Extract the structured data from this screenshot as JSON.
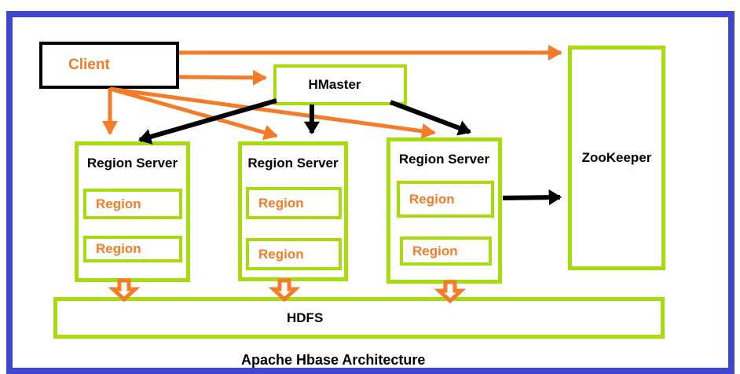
{
  "diagram": {
    "caption": "Apache Hbase Architecture",
    "nodes": {
      "client": {
        "label": "Client"
      },
      "hmaster": {
        "label": "HMaster"
      },
      "zookeeper": {
        "label": "ZooKeeper"
      },
      "hdfs": {
        "label": "HDFS"
      },
      "region_servers": [
        {
          "label": "Region Server",
          "regions": [
            "Region",
            "Region"
          ]
        },
        {
          "label": "Region Server",
          "regions": [
            "Region",
            "Region"
          ]
        },
        {
          "label": "Region Server",
          "regions": [
            "Region",
            "Region"
          ]
        }
      ]
    },
    "edges": [
      {
        "from": "client",
        "to": "zookeeper",
        "style": "orange-arrow"
      },
      {
        "from": "client",
        "to": "hmaster",
        "style": "orange-arrow"
      },
      {
        "from": "client",
        "to": "region-server-1",
        "style": "orange-arrow"
      },
      {
        "from": "client",
        "to": "region-server-2",
        "style": "orange-arrow"
      },
      {
        "from": "client",
        "to": "region-server-3",
        "style": "orange-arrow"
      },
      {
        "from": "hmaster",
        "to": "region-server-1",
        "style": "black-arrow"
      },
      {
        "from": "hmaster",
        "to": "region-server-2",
        "style": "black-arrow"
      },
      {
        "from": "hmaster",
        "to": "region-server-3",
        "style": "black-arrow"
      },
      {
        "from": "region-server-3",
        "to": "zookeeper",
        "style": "black-arrow"
      },
      {
        "from": "region-server-1",
        "to": "hdfs",
        "style": "orange-block-arrow"
      },
      {
        "from": "region-server-2",
        "to": "hdfs",
        "style": "orange-block-arrow"
      },
      {
        "from": "region-server-3",
        "to": "hdfs",
        "style": "orange-block-arrow"
      }
    ],
    "colors": {
      "frame_blue": "#3F48CC",
      "box_green": "#A6DC0C",
      "accent_orange": "#F47B27",
      "line_black": "#000000"
    }
  }
}
